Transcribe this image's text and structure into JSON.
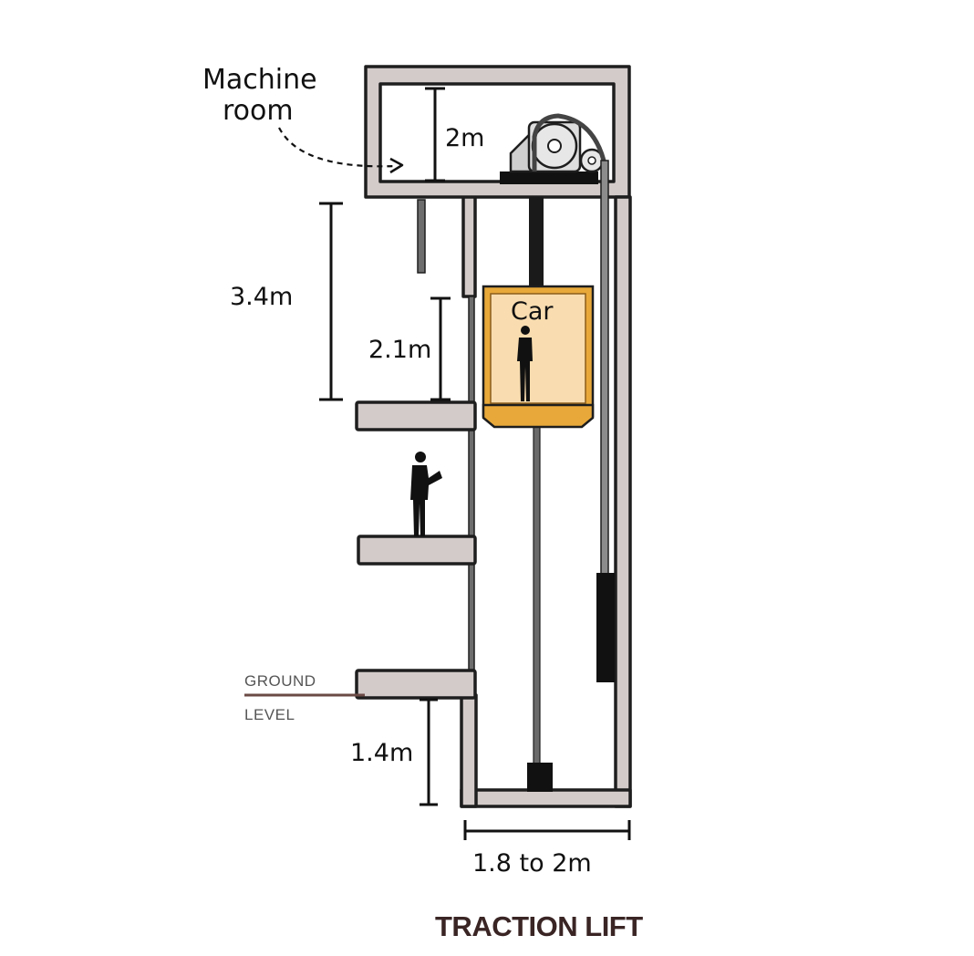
{
  "labels": {
    "machine_room_line1": "Machine",
    "machine_room_line2": "room",
    "dim_machine_room": "2m",
    "dim_floor_height": "3.4m",
    "dim_door_height": "2.1m",
    "car": "Car",
    "ground_line1": "GROUND",
    "ground_line2": "LEVEL",
    "dim_pit_depth": "1.4m",
    "dim_shaft_width": "1.8 to 2m",
    "title": "TRACTION LIFT"
  },
  "colors": {
    "wall_fill": "#d3cbca",
    "outline": "#1e1e1e",
    "car_frame": "#e9a93a",
    "car_interior": "#f9ddb0",
    "ground_line": "#6b4a45",
    "title": "#3a2424"
  }
}
